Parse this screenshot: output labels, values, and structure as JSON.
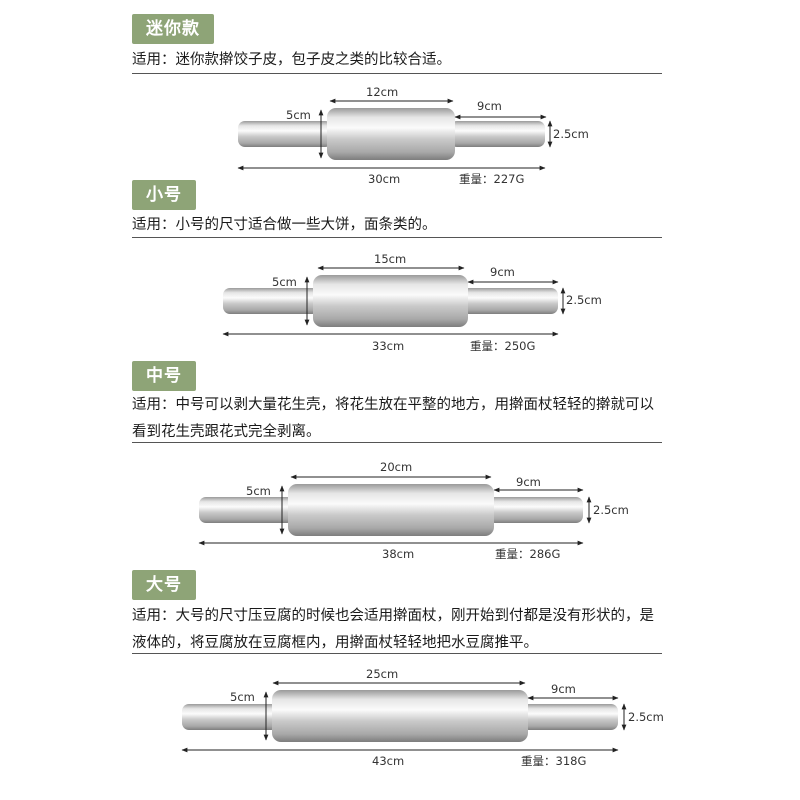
{
  "sections": [
    {
      "tag": "迷你款",
      "desc": "适用：迷你款擀饺子皮，包子皮之类的比较合适。",
      "length_label": "30cm",
      "middle_label": "12cm",
      "handle_label": "9cm",
      "dia_large_label": "5cm",
      "dia_small_label": "2.5cm",
      "weight_label": "重量：227G"
    },
    {
      "tag": "小号",
      "desc": "适用：小号的尺寸适合做一些大饼，面条类的。",
      "length_label": "33cm",
      "middle_label": "15cm",
      "handle_label": "9cm",
      "dia_large_label": "5cm",
      "dia_small_label": "2.5cm",
      "weight_label": "重量：250G"
    },
    {
      "tag": "中号",
      "desc": "适用：中号可以剥大量花生壳，将花生放在平整的地方，用擀面杖轻轻的擀就可以看到花生壳跟花式完全剥离。",
      "length_label": "38cm",
      "middle_label": "20cm",
      "handle_label": "9cm",
      "dia_large_label": "5cm",
      "dia_small_label": "2.5cm",
      "weight_label": "重量：286G"
    },
    {
      "tag": "大号",
      "desc": "适用：大号的尺寸压豆腐的时候也会适用擀面杖，刚开始到付都是没有形状的，是液体的，将豆腐放在豆腐框内，用擀面杖轻轻地把水豆腐推平。",
      "length_label": "43cm",
      "middle_label": "25cm",
      "handle_label": "9cm",
      "dia_large_label": "5cm",
      "dia_small_label": "2.5cm",
      "weight_label": "重量：318G"
    }
  ],
  "colors": {
    "tag_bg": "#8ea477",
    "metal_light": "#f2f2f2",
    "metal_dark": "#8a8a8a"
  }
}
